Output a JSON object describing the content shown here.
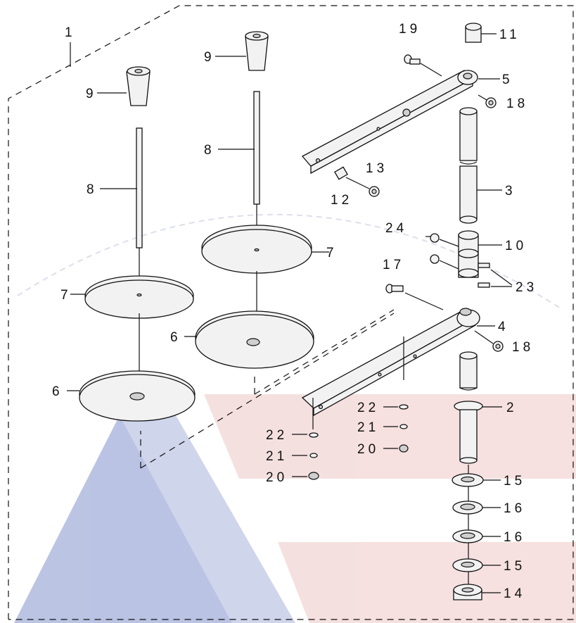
{
  "diagram": {
    "watermark_colors": {
      "blue": "#3d56b0",
      "red": "#e4a7a7"
    },
    "callouts": {
      "c1": "1",
      "c2": "2",
      "c3": "3",
      "c4": "4",
      "c5": "5",
      "c6a": "6",
      "c6b": "6",
      "c7a": "7",
      "c7b": "7",
      "c8a": "8",
      "c8b": "8",
      "c9a": "9",
      "c9b": "9",
      "c10": "10",
      "c11": "11",
      "c12": "12",
      "c13": "13",
      "c14": "14",
      "c15a": "15",
      "c15b": "15",
      "c16a": "16",
      "c16b": "16",
      "c17": "17",
      "c18a": "18",
      "c18b": "18",
      "c19": "19",
      "c20a": "20",
      "c20b": "20",
      "c21a": "21",
      "c21b": "21",
      "c22a": "22",
      "c22b": "22",
      "c23": "23",
      "c24": "24"
    }
  }
}
